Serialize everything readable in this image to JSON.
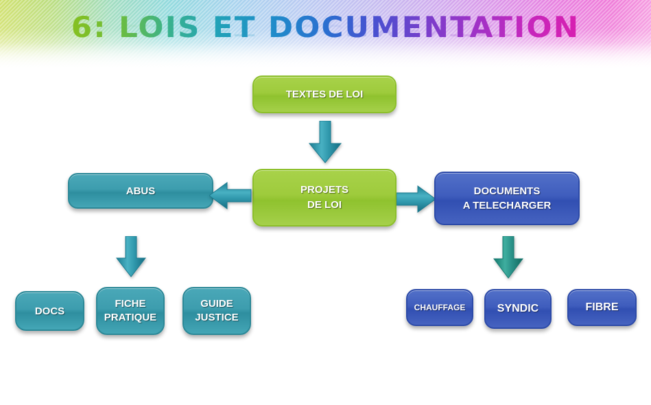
{
  "header": {
    "title": "6:  LOIS ET DOCUMENTATION",
    "gradient_start": "#86c020",
    "gradient_end": "#d81fb0"
  },
  "colors": {
    "green": "#9ecb3c",
    "teal": "#3d9dae",
    "blue": "#3f5dbd",
    "arrow": "#2e94a8",
    "text": "#ffffff"
  },
  "diagram": {
    "nodes": [
      {
        "id": "textes-de-loi",
        "label": "TEXTES DE LOI",
        "color": "green"
      },
      {
        "id": "projets-de-loi",
        "label": "PROJETS\nDE LOI",
        "color": "green"
      },
      {
        "id": "abus",
        "label": "ABUS",
        "color": "teal"
      },
      {
        "id": "documents-a-telecharger",
        "label": "DOCUMENTS\nA TELECHARGER",
        "color": "blue"
      },
      {
        "id": "docs",
        "label": "DOCS",
        "color": "teal"
      },
      {
        "id": "fiche-pratique",
        "label": "FICHE\nPRATIQUE",
        "color": "teal"
      },
      {
        "id": "guide-justice",
        "label": "GUIDE\nJUSTICE",
        "color": "teal"
      },
      {
        "id": "chauffage",
        "label": "CHAUFFAGE",
        "color": "blue"
      },
      {
        "id": "syndic",
        "label": "SYNDIC",
        "color": "blue"
      },
      {
        "id": "fibre",
        "label": "FIBRE",
        "color": "blue"
      }
    ],
    "arrows": [
      {
        "id": "textes-to-projets",
        "direction": "down"
      },
      {
        "id": "projets-to-abus",
        "direction": "left"
      },
      {
        "id": "projets-to-documents",
        "direction": "right"
      },
      {
        "id": "abus-to-fiche",
        "direction": "down"
      },
      {
        "id": "documents-to-syndic",
        "direction": "down"
      }
    ]
  }
}
